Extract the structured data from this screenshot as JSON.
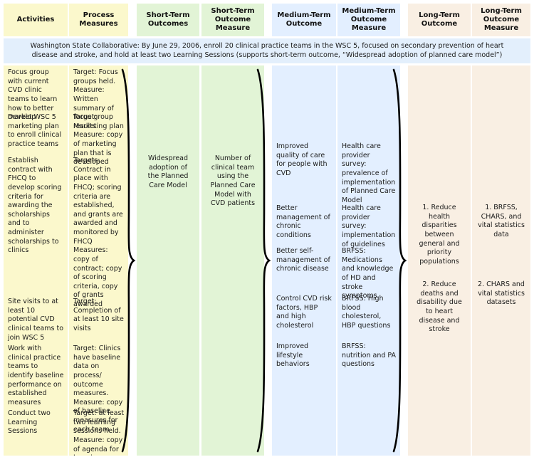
{
  "document": {
    "type": "logic-model-table",
    "colors": {
      "activities_bg": "#fbf8cc",
      "process_bg": "#fbf8cc",
      "short_term_bg": "#e2f4d6",
      "medium_term_bg": "#e3efff",
      "long_term_bg": "#f9efe3",
      "banner_bg": "#e3effc",
      "text": "#1a1a1a",
      "brace": "#000000"
    }
  },
  "headers": [
    {
      "key": "activities",
      "label": "Activities",
      "color": "#fbf8cc"
    },
    {
      "key": "process_measures",
      "label": "Process\nMeasures",
      "color": "#fbf8cc"
    },
    {
      "key": "short_term_outcomes",
      "label": "Short-Term\nOutcomes",
      "color": "#e2f4d6"
    },
    {
      "key": "short_term_measure",
      "label": "Short-Term\nOutcome\nMeasure",
      "color": "#e2f4d6"
    },
    {
      "key": "medium_term_outcome",
      "label": "Medium-Term\nOutcome",
      "color": "#e3efff"
    },
    {
      "key": "medium_term_measure",
      "label": "Medium-Term\nOutcome\nMeasure",
      "color": "#e3efff"
    },
    {
      "key": "long_term_outcome",
      "label": "Long-Term\nOutcome",
      "color": "#f9efe3"
    },
    {
      "key": "long_term_measure",
      "label": "Long-Term\nOutcome\nMeasure",
      "color": "#f9efe3"
    }
  ],
  "header_labels": {
    "activities": "Activities",
    "process_measures_l1": "Process",
    "process_measures_l2": "Measures",
    "short_term_outcomes_l1": "Short-Term",
    "short_term_outcomes_l2": "Outcomes",
    "short_term_measure_l1": "Short-Term",
    "short_term_measure_l2": "Outcome",
    "short_term_measure_l3": "Measure",
    "medium_term_outcome_l1": "Medium-Term",
    "medium_term_outcome_l2": "Outcome",
    "medium_term_measure_l1": "Medium-Term",
    "medium_term_measure_l2": "Outcome",
    "medium_term_measure_l3": "Measure",
    "long_term_outcome_l1": "Long-Term",
    "long_term_outcome_l2": "Outcome",
    "long_term_measure_l1": "Long-Term",
    "long_term_measure_l2": "Outcome",
    "long_term_measure_l3": "Measure"
  },
  "banner": {
    "line1": "Washington State Collaborative: By June 29, 2006, enroll 20 clinical practice teams in the WSC 5, focused on secondary prevention of heart",
    "line2": "disease and stroke, and hold at least two Learning Sessions (supports short-term outcome, “Widespread adoption of planned care model”)"
  },
  "activities": [
    "Focus group with current CVD clinic teams to learn how to better market WSC 5",
    "Develop marketing plan to enroll clinical practice teams",
    "Establish contract with FHCQ to develop scoring criteria for awarding the scholarships and to administer scholarships to clinics",
    "Site visits to at least 10 potential CVD clinical teams to join WSC 5",
    "Work with clinical practice teams to identify baseline performance on established measures",
    "Conduct two Learning Sessions"
  ],
  "process_measures": [
    "Target: Focus groups held. Measure: Written summary of focus group results",
    "Target: Marketing plan Measure: copy of marketing plan that is developed",
    "Targets: Contract in place with FHCQ; scoring criteria are established, and grants are awarded and monitored by FHCQ Measures: copy of contract; copy of scoring criteria, copy of grants awarded",
    "Target: Completion of at least 10 site visits",
    "Target: Clinics have baseline data on process/ outcome measures. Measure: copy of baseline measures for each team",
    "Target: at least two learning sessions held. Measure: copy of agenda for learning session"
  ],
  "short_term_outcomes": [
    "Widespread adoption of the Planned Care Model"
  ],
  "short_term_measure": [
    "Number of clinical team using the Planned Care Model with CVD patients"
  ],
  "medium_term_outcome": [
    "Improved quality of care for people with CVD",
    "Better management of chronic conditions",
    "Better self-management of chronic disease",
    "Control CVD risk factors, HBP and high cholesterol",
    "Improved lifestyle behaviors"
  ],
  "medium_term_measure": [
    "Health care provider survey: prevalence of implementation of Planned Care Model",
    "Health care provider survey: implementation of guidelines",
    "BRFSS: Medications and knowledge of HD and stroke symptoms",
    "BRFSS: High blood cholesterol, HBP questions",
    "BRFSS: nutrition and PA questions"
  ],
  "long_term_outcome": [
    "1. Reduce health disparities between general and priority populations",
    "2. Reduce deaths and disability due to heart disease and stroke"
  ],
  "long_term_measure": [
    "1. BRFSS, CHARS, and vital statistics data",
    "2. CHARS and vital statistics datasets"
  ],
  "braces": [
    {
      "name": "brace-process-to-short-term"
    },
    {
      "name": "brace-short-term-to-medium-term"
    },
    {
      "name": "brace-medium-term-to-long-term"
    }
  ]
}
